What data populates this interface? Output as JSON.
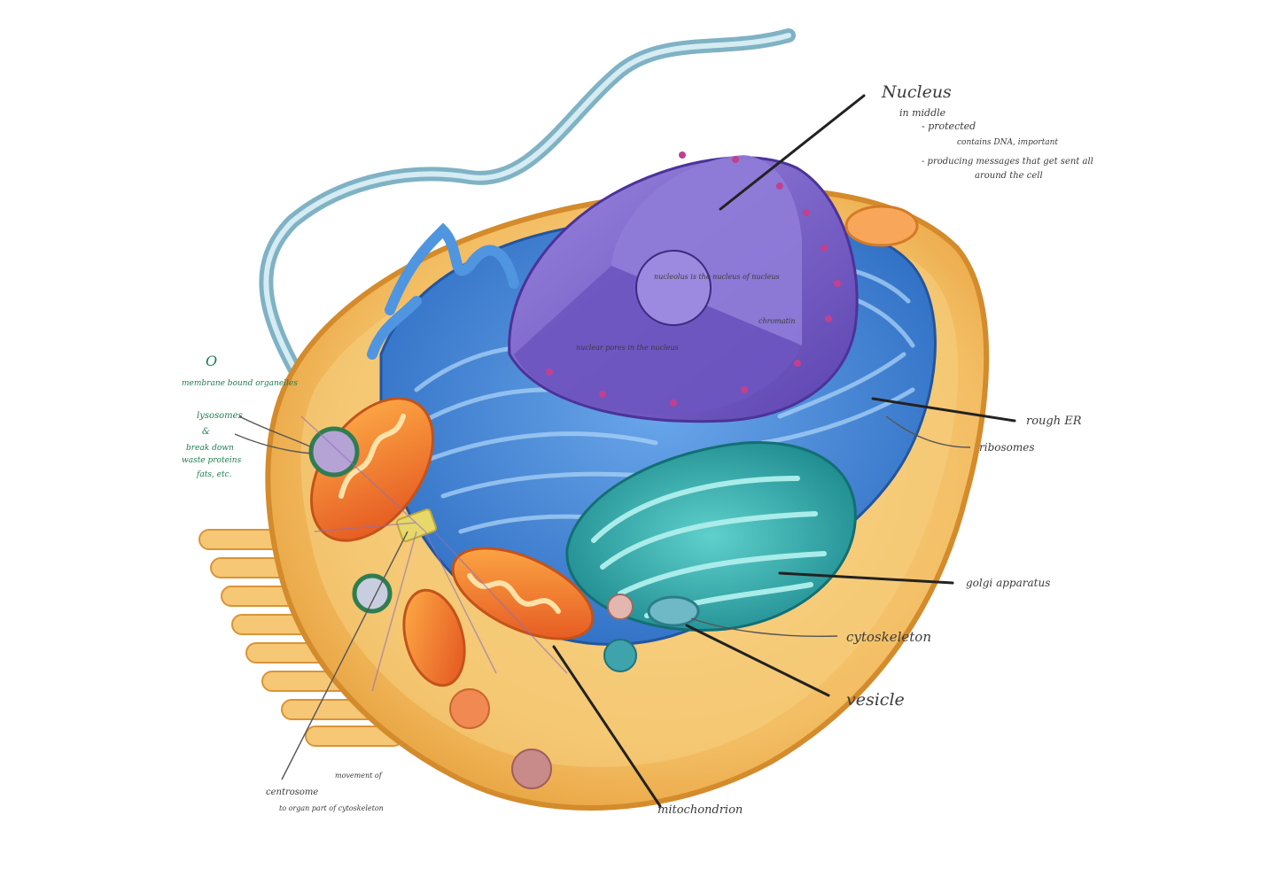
{
  "colors": {
    "cytoplasm": "#f3bd63",
    "membrane": "#e9a742",
    "er": "#3d84d6",
    "nucleus": "#7a61c8",
    "golgi": "#2aa2a3",
    "mitochondria": "#f06a2d",
    "flagellum": "#9fc6d4",
    "handwriting": "#3a3a3a",
    "green_notes": "#1e7d4f"
  },
  "labels": {
    "nucleus": "Nucleus",
    "nucleus_note_1": "in middle",
    "nucleus_note_2": "- protected",
    "nucleus_note_3": "contains DNA, important",
    "nucleus_note_4": "- producing messages that get sent all",
    "nucleus_note_5": "around the cell",
    "rough_er": "rough ER",
    "ribosomes": "ribosomes",
    "golgi": "golgi apparatus",
    "cytoskeleton": "cytoskeleton",
    "vesicle": "vesicle",
    "mitochondrion": "mitochondrion",
    "centrosome": "centrosome",
    "centrosome_note": "to organ part of cytoskeleton",
    "centrosome_note_top": "movement of",
    "lysosome_note_1": "O",
    "lysosome_note_2": "membrane bound organelles",
    "lysosome_note_3": "lysosomes",
    "lysosome_note_4": "&",
    "lysosome_note_5": "break down",
    "lysosome_note_6": "waste proteins",
    "lysosome_note_7": "fats, etc.",
    "nucleolus_note": "nucleolus is the nucleus of nucleus",
    "envelope_note": "nuclear pores in the nucleus",
    "chromatin_note": "chromatin"
  }
}
